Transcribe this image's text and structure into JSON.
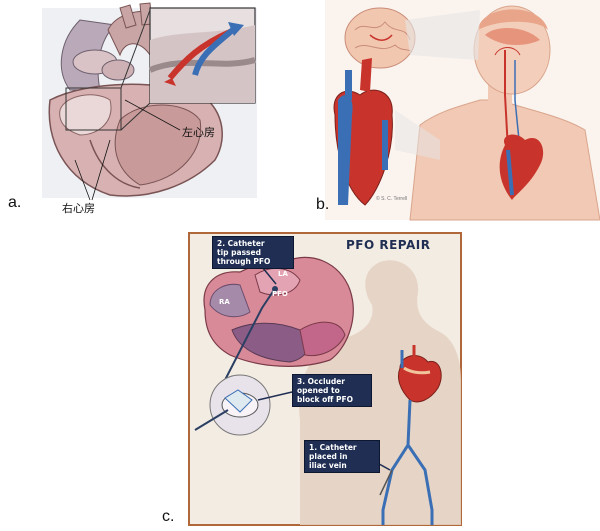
{
  "panels": {
    "a": {
      "label": "a.",
      "annotations": {
        "left_atrium": "左心房",
        "right_atrium": "右心房"
      }
    },
    "b": {
      "label": "b.",
      "credit": "© S. C. Terrell"
    },
    "c": {
      "label": "c.",
      "title": "PFO REPAIR",
      "chamber_labels": {
        "la": "LA",
        "ra": "RA",
        "pfo": "PFO"
      },
      "steps": [
        {
          "lines": [
            "2. Catheter",
            "tip passed",
            "through PFO"
          ]
        },
        {
          "lines": [
            "3. Occluder",
            "opened to",
            "block off PFO"
          ]
        },
        {
          "lines": [
            "1. Catheter",
            "placed in",
            "iliac vein"
          ]
        }
      ]
    }
  },
  "colors": {
    "blood_red": "#c8342c",
    "vein_blue": "#3b6fb5",
    "box_navy": "#1f2e52",
    "frame_orange": "#b0673a",
    "skin": "#f1c9b4"
  }
}
